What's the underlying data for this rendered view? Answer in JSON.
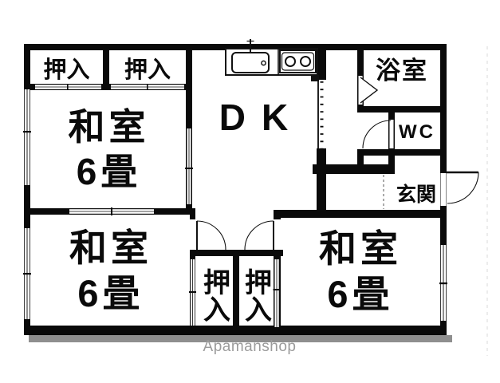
{
  "plan": {
    "rooms": {
      "closet_top_left": {
        "label": "押入"
      },
      "closet_top_right": {
        "label": "押入"
      },
      "washitsu_upper_left": {
        "name": "和室",
        "size": "6畳"
      },
      "dining_kitchen": {
        "label": "DK"
      },
      "bathroom": {
        "label": "浴室"
      },
      "toilet": {
        "label": "WC"
      },
      "entrance": {
        "label": "玄関"
      },
      "washitsu_lower_left": {
        "name": "和室",
        "size": "6畳"
      },
      "washitsu_lower_right": {
        "name": "和室",
        "size": "6畳"
      },
      "closet_bottom_left": {
        "label": "押入"
      },
      "closet_bottom_right": {
        "label": "押入"
      }
    },
    "watermark": "Apamanshop",
    "colors": {
      "wall": "#0a0a0a",
      "background": "#ffffff",
      "shadow": "#8f8f8f",
      "watermark_gray": "#9b9b9b"
    }
  }
}
